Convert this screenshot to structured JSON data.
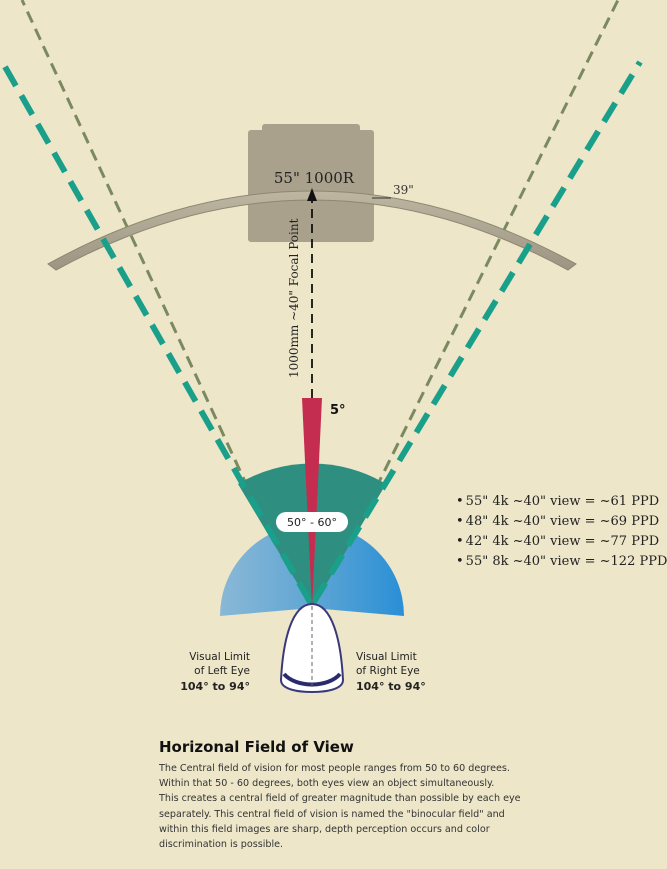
{
  "monitor": {
    "label": "55\" 1000R",
    "size_note": "39\""
  },
  "focal_label": "1000mm ~40\" Focal Point",
  "narrow_angle_label": "5°",
  "binocular_label": "50° - 60°",
  "ppd_list": [
    "55\" 4k ~40\" view = ~61 PPD",
    "48\" 4k ~40\" view = ~69 PPD",
    "42\" 4k ~40\" view = ~77 PPD",
    "55\" 8k ~40\" view = ~122 PPD"
  ],
  "left_eye": {
    "line1": "Visual Limit",
    "line2": "of Left Eye",
    "range": "104° to 94°"
  },
  "right_eye": {
    "line1": "Visual Limit",
    "line2": "of Right Eye",
    "range": "104° to 94°"
  },
  "article": {
    "title": "Horizonal Field of View",
    "body": "The Central field of vision for most people ranges from 50 to 60 degrees.\nWithin that 50 - 60 degrees, both eyes view an object simultaneously.\nThis creates a central field of greater magnitude than possible by each eye\n separately.  This central field of vision is named the \"binocular field\" and\nwithin this field images are sharp, depth perception occurs and color\ndiscrimination is possible."
  },
  "colors": {
    "background": "#ede6c9",
    "binocular_teal": "#2e8f80",
    "narrow_red": "#c42c50",
    "dash_teal": "#1aa08a",
    "dash_olive": "#7a8a5e",
    "monitor_khaki": "#a9a18b"
  }
}
